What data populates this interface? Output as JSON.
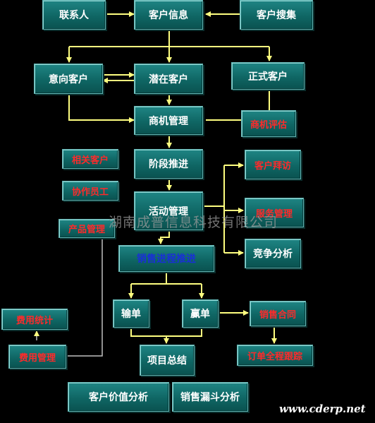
{
  "nodes": {
    "lianxiren": "联系人",
    "kehuxinxi": "客户信息",
    "kehusouji": "客户搜集",
    "yixiangkehu": "意向客户",
    "qianzaikehu": "潜在客户",
    "zhengshikehu": "正式客户",
    "shangjiguanli": "商机管理",
    "shangjipinggu": "商机评估",
    "xiangguankehu": "相关客户",
    "jieduantuijin": "阶段推进",
    "kehubaifang": "客户拜访",
    "xiezuoyuangong": "协作员工",
    "huodongguanli": "活动管理",
    "fuwuguanli": "服务管理",
    "chanpinguanli": "产品管理",
    "xiaoshoujinchengtuijin": "销售进程推进",
    "jingzhengfenxi": "竞争分析",
    "shudan": "输单",
    "yingdan": "赢单",
    "xiaoshouhetong": "销售合同",
    "feiyongtongji": "费用统计",
    "dingdanquanchenggenzong": "订单全程跟踪",
    "feiyongguanli": "费用管理",
    "xiangmuzongjie": "项目总结",
    "kehujiazhifenxi": "客户价值分析",
    "xiaoshouloudoufenxi": "销售漏斗分析"
  },
  "watermark": "湖南成普信息科技有限公司",
  "url": "www.cderp.net",
  "colors": {
    "background": "#000000",
    "box": "#0f6664",
    "connector": "#ffff80",
    "text_white": "#ffffff",
    "text_red": "#ff2a2a",
    "text_blue": "#1a2fd6"
  }
}
